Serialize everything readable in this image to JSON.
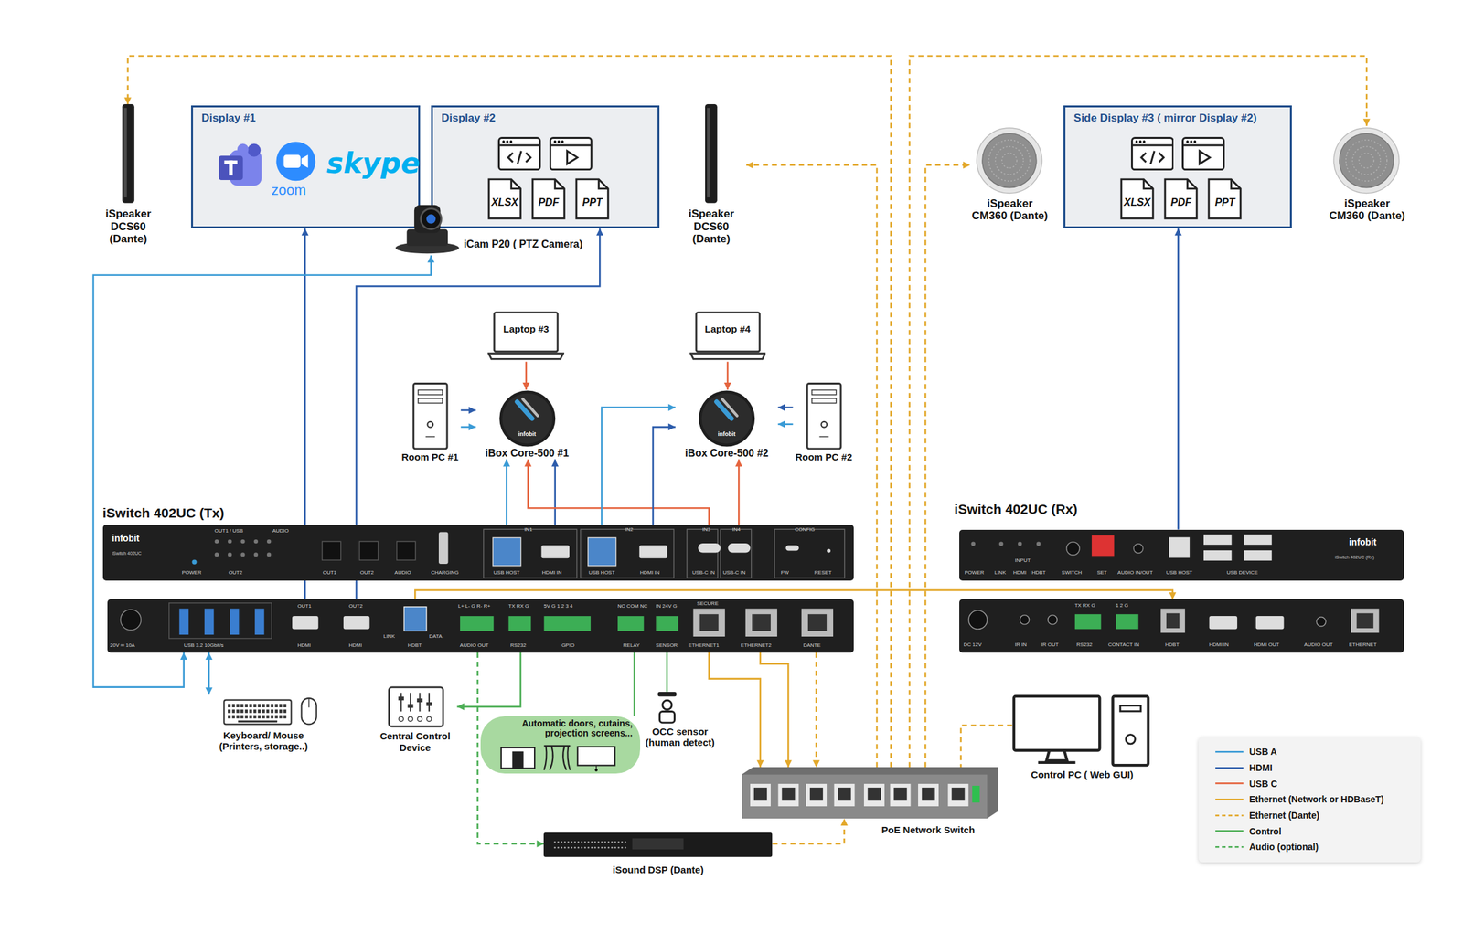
{
  "diagram": {
    "nodes": [
      {
        "text": [
          "iSpeaker DCS60 (Dante)"
        ]
      },
      {
        "text": [
          "Display #1",
          "zoom",
          "skype"
        ]
      },
      {
        "text": [
          "Display #2",
          "XLSX",
          "PDF",
          "PPT"
        ]
      },
      {
        "text": [
          "iSpeaker DCS60 (Dante)"
        ]
      },
      {
        "text": [
          "iSpeaker CM360 (Dante)"
        ]
      },
      {
        "text": [
          "Side Display #3 ( mirror Display #2)",
          "XLSX",
          "PDF",
          "PPT"
        ]
      },
      {
        "text": [
          "iSpeaker CM360 (Dante)"
        ]
      },
      {
        "text": [
          "iCam P20 ( PTZ Camera)"
        ]
      },
      {
        "text": [
          "Laptop #3"
        ]
      },
      {
        "text": [
          "Laptop #4"
        ]
      },
      {
        "text": [
          "Room PC #1"
        ]
      },
      {
        "text": [
          "iBox Core-500 #1",
          "infobit"
        ]
      },
      {
        "text": [
          "iBox Core-500 #2",
          "infobit"
        ]
      },
      {
        "text": [
          "Room PC #2"
        ]
      },
      {
        "text": [
          "iSwitch 402UC (Tx)",
          "infobit",
          "iSwitch 402UC",
          "POWER",
          "OUT1 / USB",
          "AUDIO",
          "OUT2",
          "OUT1",
          "OUT2",
          "AUDIO",
          "CHARGING",
          "IN1",
          "USB HOST",
          "HDMI IN",
          "IN2",
          "USB HOST",
          "HDMI IN",
          "IN3",
          "IN4",
          "USB-C IN",
          "USB-C IN",
          "CONFIG",
          "FW",
          "RESET"
        ]
      },
      {
        "text": [
          "iSwitch 402UC (Rx)",
          "POWER",
          "LINK",
          "HDMI",
          "HDBT",
          "INPUT",
          "SWITCH",
          "SET",
          "AUDIO IN/OUT",
          "USB HOST",
          "USB DEVICE",
          "infobit",
          "iSwitch 402UC (Rx)"
        ]
      },
      {
        "text": [
          "20V ═ 10A",
          "USB 3.2 10Gbit/s",
          "OUT1",
          "HDMI",
          "OUT2",
          "HDMI",
          "LINK",
          "HDBT",
          "DATA",
          "L+ L- G R- R+",
          "AUDIO OUT",
          "TX RX G",
          "RS232",
          "5V G 1 2 3 4",
          "GPIO",
          "NO COM NC",
          "RELAY",
          "IN 24V G",
          "SENSOR",
          "SECURE",
          "ETHERNET1",
          "ETHERNET2",
          "DANTE"
        ]
      },
      {
        "text": [
          "DC 12V",
          "IR IN",
          "IR OUT",
          "TX RX G",
          "RS232",
          "1 2 G",
          "CONTACT IN",
          "HDBT",
          "HDMI IN",
          "HDMI OUT",
          "AUDIO OUT",
          "ETHERNET"
        ]
      },
      {
        "text": [
          "Keyboard/ Mouse",
          "(Printers, storage..)"
        ]
      },
      {
        "text": [
          "Central Control Device"
        ]
      },
      {
        "text": [
          "Automatic doors, cutains, projection screens..."
        ]
      },
      {
        "text": [
          "OCC sensor (human detect)"
        ]
      },
      {
        "text": [
          "Control PC ( Web GUI)"
        ]
      },
      {
        "text": [
          "PoE Network Switch"
        ]
      },
      {
        "text": [
          "iSound DSP (Dante)"
        ]
      }
    ],
    "edges": [
      {
        "from": 23,
        "to": 0,
        "arrow": "to"
      },
      {
        "from": 23,
        "to": 3,
        "arrow": "to"
      },
      {
        "from": 23,
        "to": 4,
        "arrow": "to"
      },
      {
        "from": 23,
        "to": 6,
        "arrow": "to"
      },
      {
        "from": 16,
        "to": 1,
        "arrow": "to"
      },
      {
        "from": 16,
        "to": 2,
        "arrow": "to"
      },
      {
        "from": 15,
        "to": 5,
        "arrow": "to"
      },
      {
        "from": 16,
        "to": 7,
        "arrow": "both"
      },
      {
        "from": 8,
        "to": 11,
        "arrow": "to"
      },
      {
        "from": 9,
        "to": 12,
        "arrow": "to"
      },
      {
        "from": 10,
        "to": 11,
        "arrow": "to"
      },
      {
        "from": 10,
        "to": 11,
        "arrow": "to"
      },
      {
        "from": 13,
        "to": 12,
        "arrow": "to"
      },
      {
        "from": 13,
        "to": 12,
        "arrow": "to"
      },
      {
        "from": 14,
        "to": 11,
        "arrow": "to"
      },
      {
        "from": 14,
        "to": 11,
        "arrow": "to"
      },
      {
        "from": 14,
        "to": 11,
        "arrow": "to"
      },
      {
        "from": 14,
        "to": 12,
        "arrow": "to"
      },
      {
        "from": 14,
        "to": 12,
        "arrow": "to"
      },
      {
        "from": 14,
        "to": 12,
        "arrow": "to"
      },
      {
        "from": 16,
        "to": 17,
        "arrow": "to"
      },
      {
        "from": 16,
        "to": 18,
        "arrow": "both"
      },
      {
        "from": 16,
        "to": 19,
        "arrow": "to"
      },
      {
        "from": 16,
        "to": 20,
        "arrow": "none"
      },
      {
        "from": 16,
        "to": 21,
        "arrow": "none"
      },
      {
        "from": 16,
        "to": 24,
        "arrow": "to"
      },
      {
        "from": 16,
        "to": 23,
        "arrow": "to"
      },
      {
        "from": 16,
        "to": 23,
        "arrow": "to"
      },
      {
        "from": 16,
        "to": 23,
        "arrow": "to"
      },
      {
        "from": 24,
        "to": 23,
        "arrow": "to"
      },
      {
        "from": 22,
        "to": 23,
        "arrow": "none"
      }
    ],
    "legend": [
      {
        "text": "USB A"
      },
      {
        "text": "HDMI"
      },
      {
        "text": "USB C"
      },
      {
        "text": "Ethernet (Network or HDBaseT)"
      },
      {
        "text": "Ethernet (Dante)"
      },
      {
        "text": "Control"
      },
      {
        "text": "Audio (optional)"
      }
    ]
  }
}
